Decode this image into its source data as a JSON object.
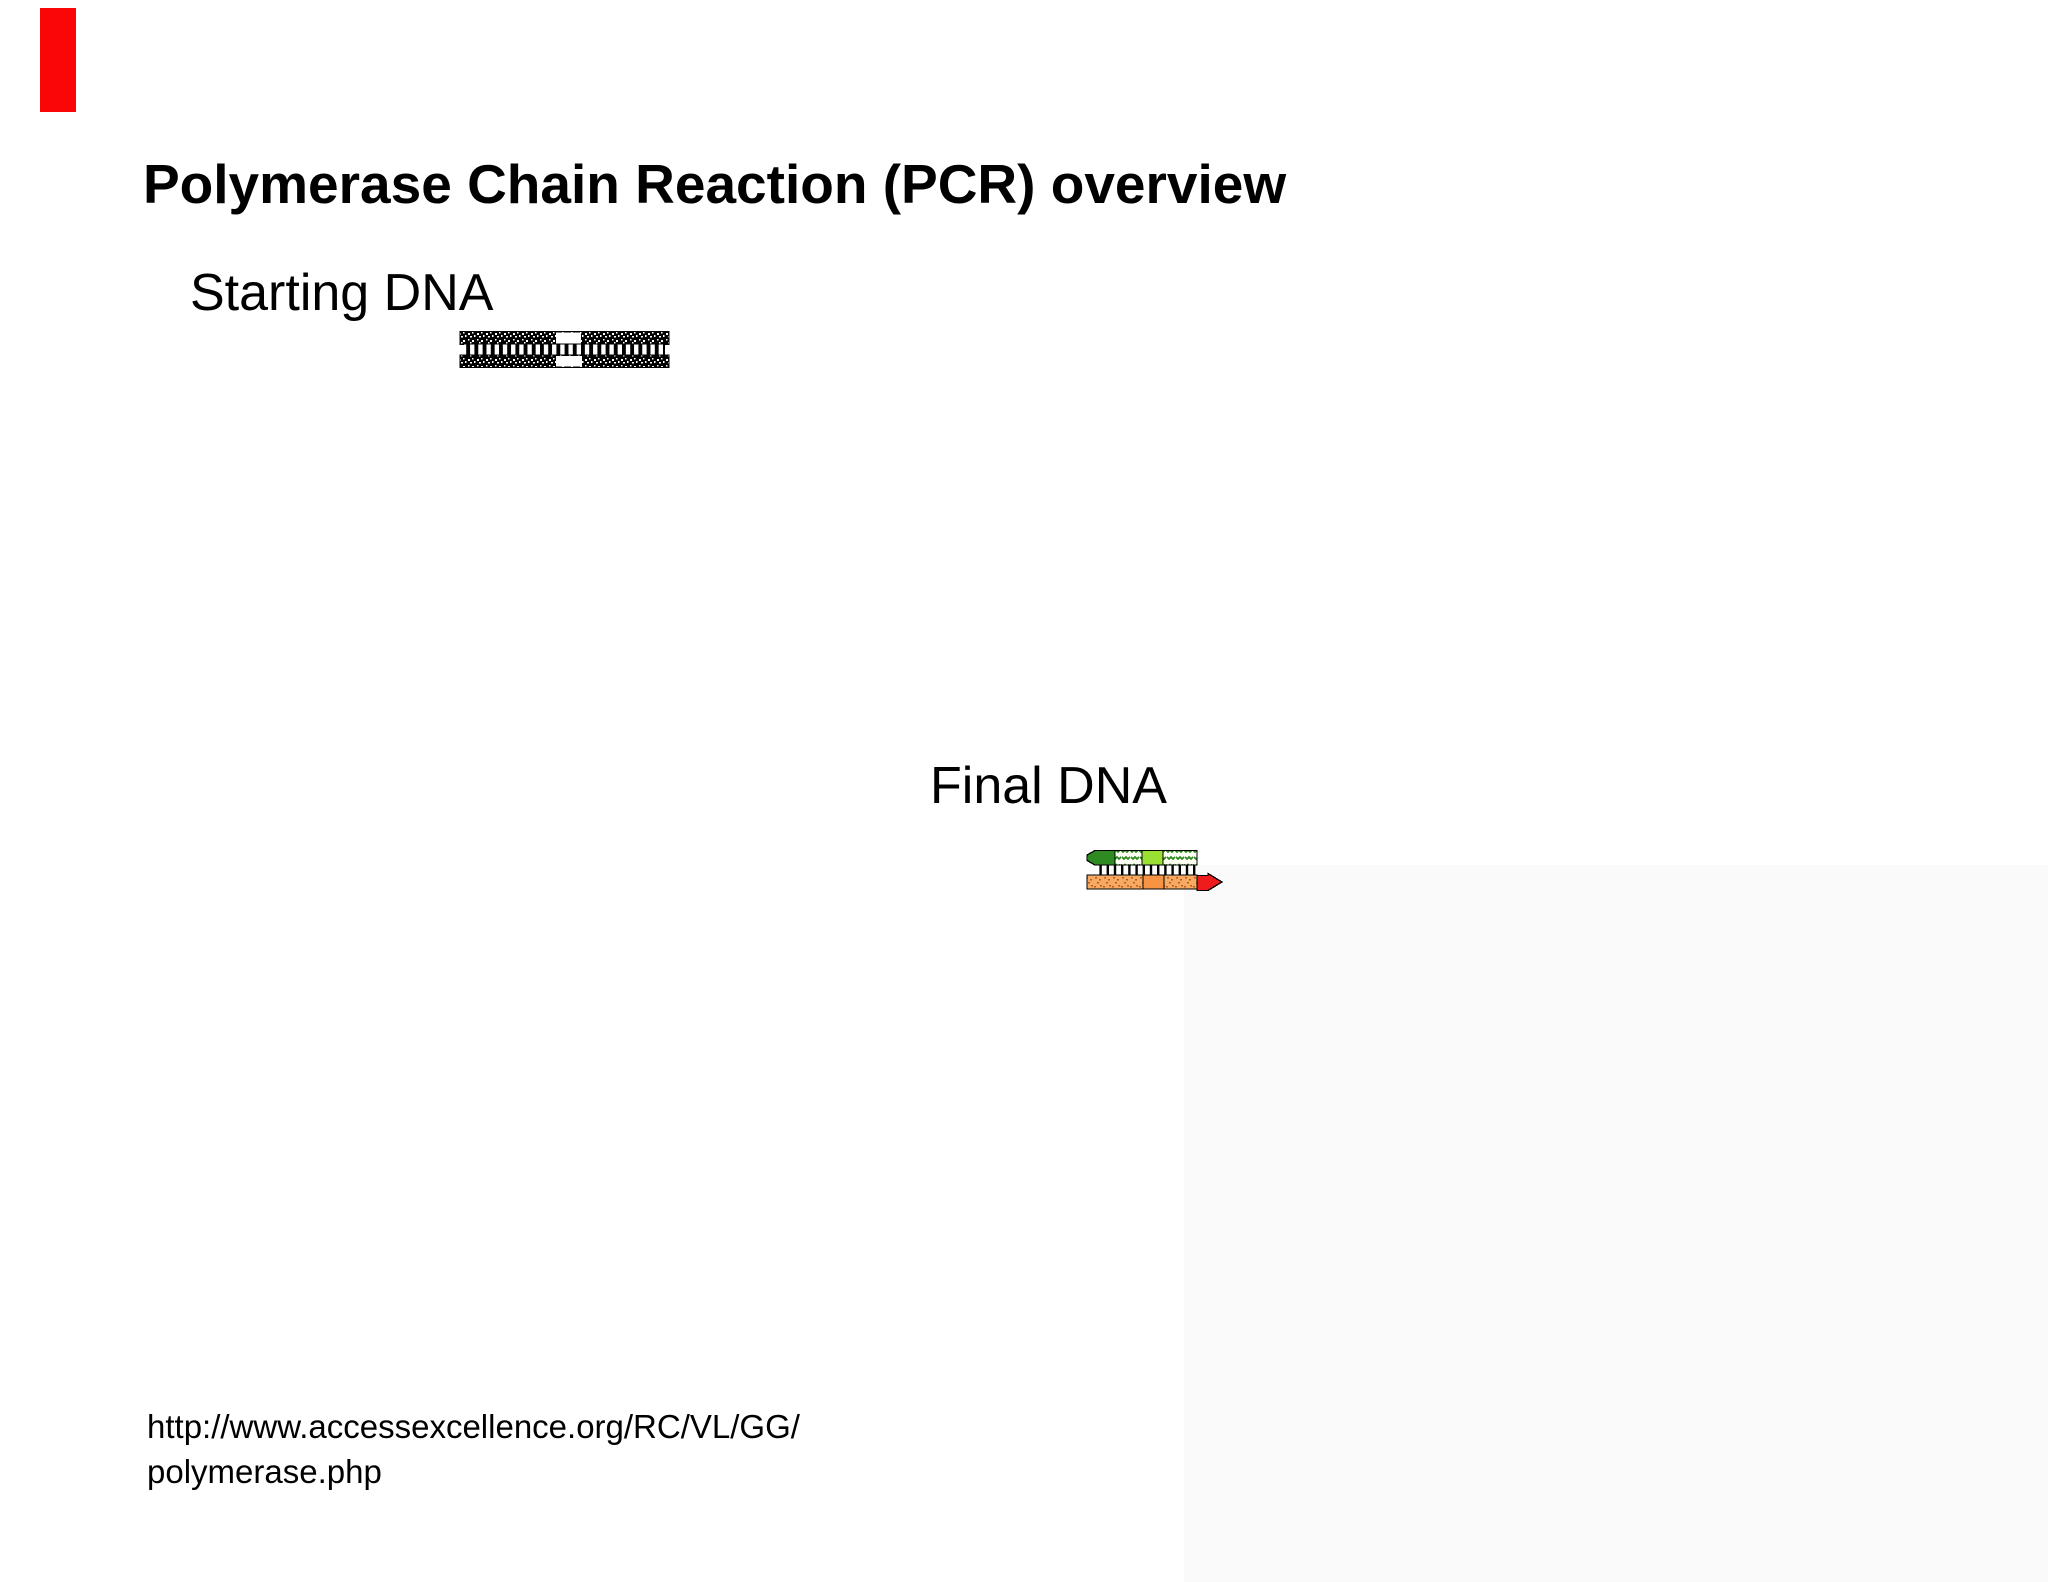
{
  "slide": {
    "title": "Polymerase Chain Reaction (PCR) overview",
    "sections": {
      "starting": {
        "label": "Starting DNA"
      },
      "final": {
        "label": "Final DNA"
      }
    },
    "source": {
      "line1": "http://www.accessexcellence.org/RC/VL/GG/",
      "line2": "polymerase.php"
    }
  },
  "icons": {
    "starting_dna_diagram": "black-white-double-stranded-dna",
    "final_dna_diagram": "primer-amplified-double-stranded-dna"
  },
  "colors": {
    "background": "#ffffff",
    "text": "#000000",
    "red_marker": "#fb0606",
    "panel_tint": "#fafafa",
    "dna_dark_green": "#2e8b22",
    "dna_light_green": "#99e032",
    "dna_tan": "#f5ab66",
    "dna_speckle": "#c4590f",
    "dna_orange": "#f79443",
    "dna_red_arrow": "#ee1c1c",
    "dna_bw": "#000000"
  }
}
